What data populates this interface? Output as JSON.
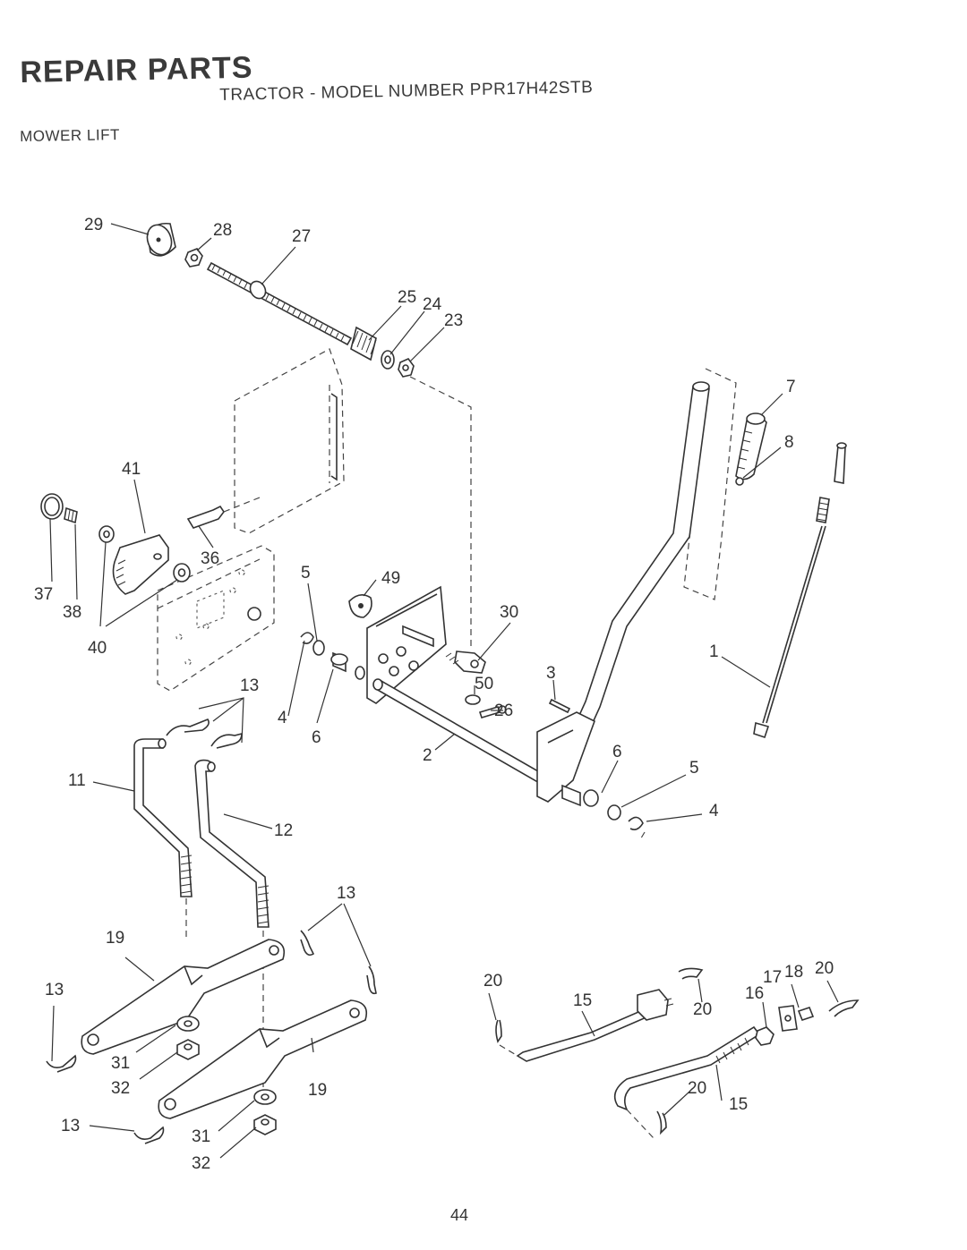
{
  "header": {
    "title": "REPAIR PARTS",
    "subtitle": "TRACTOR - MODEL NUMBER PPR17H42STB",
    "section": "MOWER LIFT"
  },
  "page_number": "44",
  "callouts": {
    "c29": "29",
    "c28": "28",
    "c27": "27",
    "c25": "25",
    "c24": "24",
    "c23": "23",
    "c7": "7",
    "c8": "8",
    "c41": "41",
    "c36": "36",
    "c37": "37",
    "c38": "38",
    "c40": "40",
    "c5a": "5",
    "c49": "49",
    "c30": "30",
    "c3": "3",
    "c50": "50",
    "c26": "26",
    "c1": "1",
    "c13a": "13",
    "c4a": "4",
    "c6a": "6",
    "c2": "2",
    "c6b": "6",
    "c5b": "5",
    "c4b": "4",
    "c11": "11",
    "c12": "12",
    "c13b": "13",
    "c19a": "19",
    "c13c": "13",
    "c31a": "31",
    "c32a": "32",
    "c19b": "19",
    "c13d": "13",
    "c31b": "31",
    "c32b": "32",
    "c20a": "20",
    "c15a": "15",
    "c20b": "20",
    "c16": "16",
    "c17": "17",
    "c18": "18",
    "c20c": "20",
    "c20d": "20",
    "c15b": "15"
  }
}
